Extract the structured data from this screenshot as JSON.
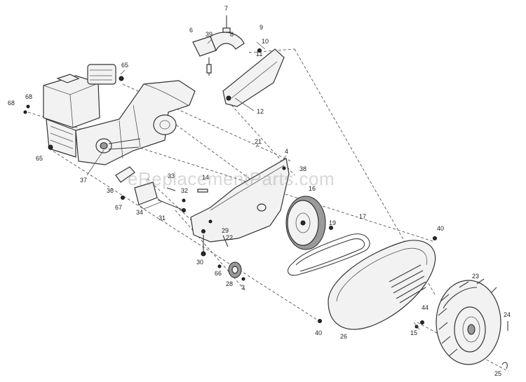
{
  "watermark": "eReplacementParts.com",
  "labels": [
    {
      "id": "p7",
      "text": "7"
    },
    {
      "id": "p6",
      "text": "6"
    },
    {
      "id": "p39",
      "text": "39"
    },
    {
      "id": "p8",
      "text": "8"
    },
    {
      "id": "p9",
      "text": "9"
    },
    {
      "id": "p10",
      "text": "10"
    },
    {
      "id": "p11",
      "text": "11"
    },
    {
      "id": "p12",
      "text": "12"
    },
    {
      "id": "p65a",
      "text": "65"
    },
    {
      "id": "p68a",
      "text": "68"
    },
    {
      "id": "p68b",
      "text": "68"
    },
    {
      "id": "p65b",
      "text": "65"
    },
    {
      "id": "p37",
      "text": "37"
    },
    {
      "id": "p21",
      "text": "21"
    },
    {
      "id": "p4",
      "text": "4"
    },
    {
      "id": "p38",
      "text": "38"
    },
    {
      "id": "p14",
      "text": "14"
    },
    {
      "id": "p33",
      "text": "33"
    },
    {
      "id": "p32",
      "text": "32"
    },
    {
      "id": "p36",
      "text": "36"
    },
    {
      "id": "p67",
      "text": "67"
    },
    {
      "id": "p34",
      "text": "34"
    },
    {
      "id": "p31",
      "text": "31"
    },
    {
      "id": "p16",
      "text": "16"
    },
    {
      "id": "p17",
      "text": "17"
    },
    {
      "id": "p19",
      "text": "19"
    },
    {
      "id": "p40a",
      "text": "40"
    },
    {
      "id": "p29",
      "text": "29"
    },
    {
      "id": "p22",
      "text": "22"
    },
    {
      "id": "p30",
      "text": "30"
    },
    {
      "id": "p66",
      "text": "66"
    },
    {
      "id": "p28",
      "text": "28"
    },
    {
      "id": "p3",
      "text": "3"
    },
    {
      "id": "p23",
      "text": "23"
    },
    {
      "id": "p44",
      "text": "44"
    },
    {
      "id": "p15",
      "text": "15"
    },
    {
      "id": "p24",
      "text": "24"
    },
    {
      "id": "p40b",
      "text": "40"
    },
    {
      "id": "p26",
      "text": "26"
    },
    {
      "id": "p25",
      "text": "25"
    }
  ]
}
